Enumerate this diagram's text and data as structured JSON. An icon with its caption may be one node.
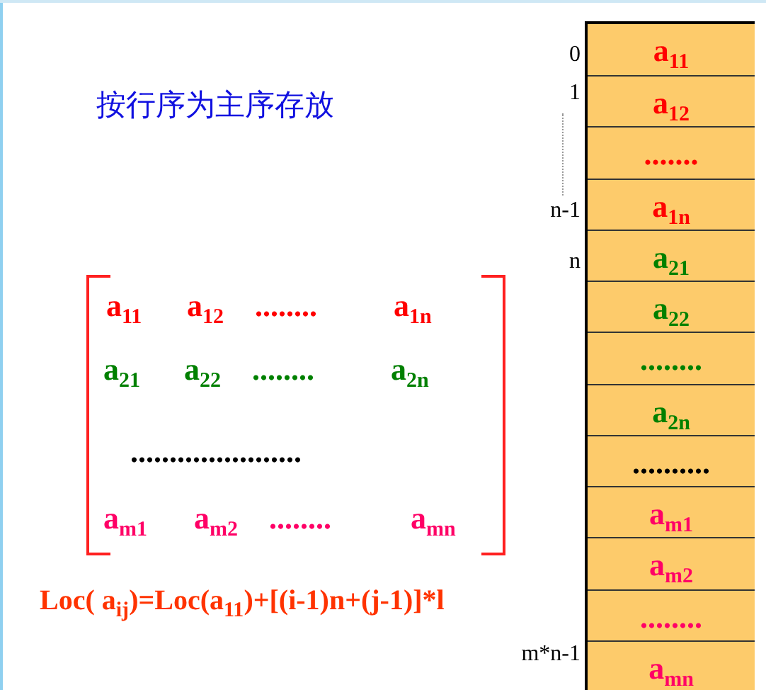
{
  "diagram": {
    "title": "按行序为主序存放",
    "nodes": [
      {
        "text": [
          "a$_{11}$"
        ]
      },
      {
        "text": [
          "a$_{12}$"
        ]
      },
      {
        "text": [
          "......."
        ]
      },
      {
        "text": [
          "a$_{1n}$"
        ]
      },
      {
        "text": [
          "a$_{21}$"
        ]
      },
      {
        "text": [
          "a$_{22}$"
        ]
      },
      {
        "text": [
          "........"
        ]
      },
      {
        "text": [
          "a$_{2n}$"
        ]
      },
      {
        "text": [
          ".........."
        ]
      },
      {
        "text": [
          "a$_{m1}$"
        ]
      },
      {
        "text": [
          "a$_{m2}$"
        ]
      },
      {
        "text": [
          "........"
        ]
      },
      {
        "text": [
          "a$_{mn}$"
        ]
      }
    ],
    "labels": [
      "a$_{11}$",
      "a$_{12}$",
      "........",
      "a$_{1n}$",
      "a$_{21}$",
      "a$_{22}$",
      "........",
      "a$_{2n}$",
      "......................",
      "a$_{m1}$",
      "a$_{m2}$",
      "........",
      "a$_{mn}$",
      "Loc( a$_{ij}$)=Loc(a$_{11}$)+[(i-1)n+(j-1)]*l",
      "0",
      "1",
      "n-1",
      "n",
      "m*n-1"
    ]
  }
}
